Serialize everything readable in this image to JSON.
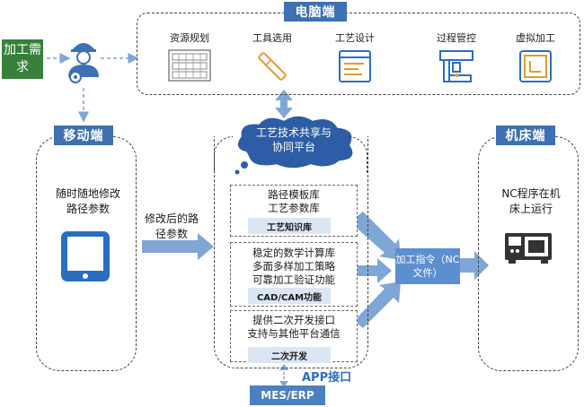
{
  "demand": {
    "label": "加工需求"
  },
  "pc": {
    "title": "电脑端",
    "tools": [
      {
        "label": "资源规划",
        "icon": "resource-planning-icon"
      },
      {
        "label": "工具选用",
        "icon": "tool-selection-icon"
      },
      {
        "label": "工艺设计",
        "icon": "process-design-icon"
      },
      {
        "label": "过程管控",
        "icon": "process-control-icon"
      },
      {
        "label": "虚拟加工",
        "icon": "virtual-machining-icon"
      }
    ]
  },
  "mobile": {
    "title": "移动端",
    "desc": "随时随地修改路径参数",
    "arrow_label": "修改后的路径参数"
  },
  "platform": {
    "cloud_label": "工艺技术共享与协同平台",
    "blocks": [
      {
        "lines": [
          "路径模板库",
          "工艺参数库"
        ],
        "tag": "工艺知识库"
      },
      {
        "lines": [
          "稳定的数学计算库",
          "多面多样加工策略",
          "可靠加工验证功能"
        ],
        "tag": "CAD/CAM功能"
      },
      {
        "lines": [
          "提供二次开发接口",
          "支持与其他平台通信"
        ],
        "tag": "二次开发"
      }
    ],
    "app_label": "APP接口",
    "mes_label": "MES/ERP"
  },
  "command": {
    "label": "加工指令（NC文件）"
  },
  "machine": {
    "title": "机床端",
    "desc": "NC程序在机床上运行"
  },
  "colors": {
    "accent": "#3e70b3",
    "arrow": "#7fa6d6",
    "tag_bg": "#dbe6f3"
  }
}
